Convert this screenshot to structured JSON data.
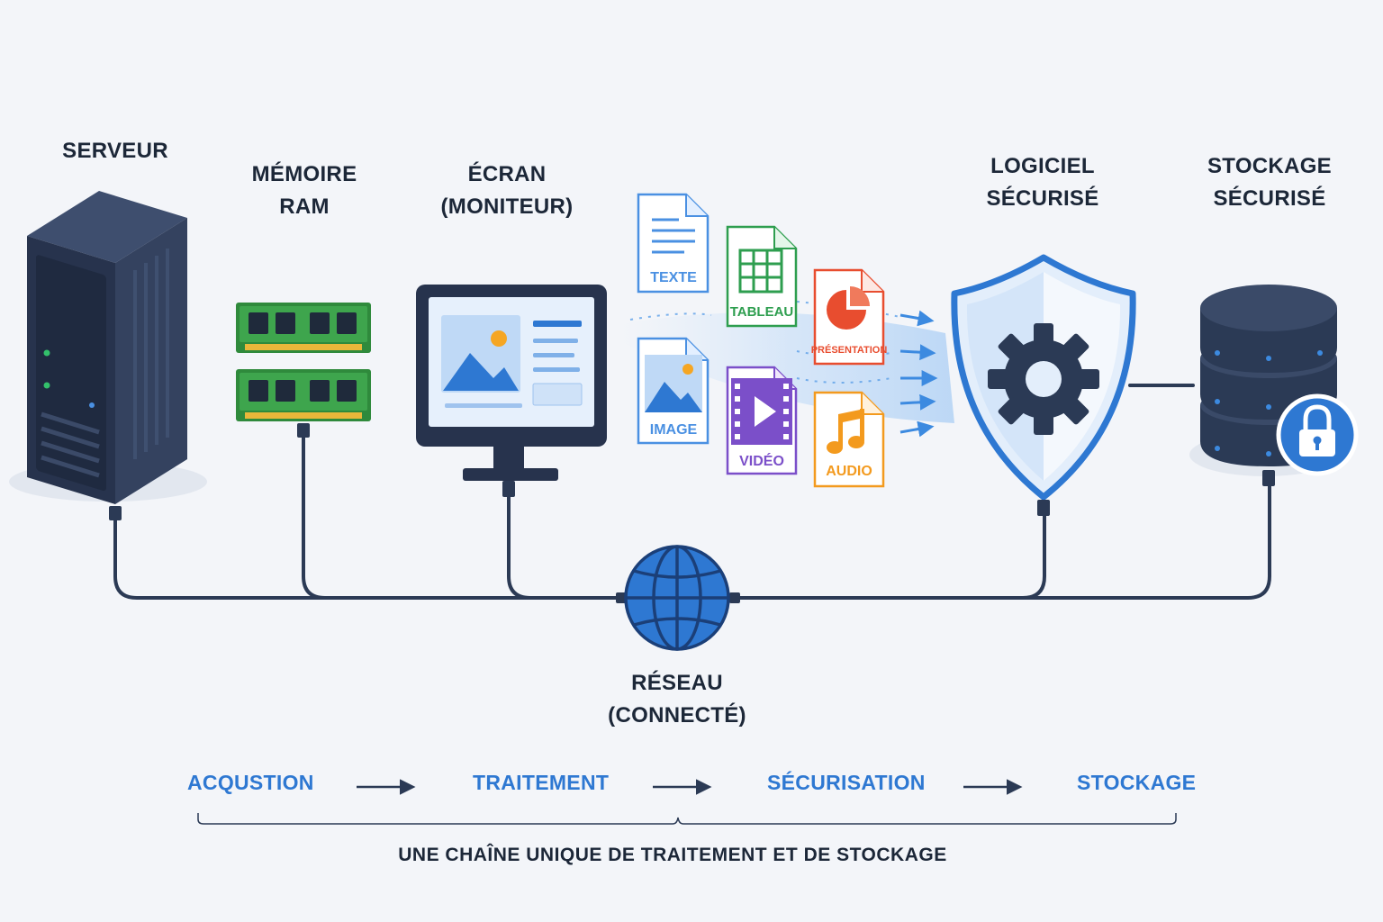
{
  "components": {
    "server": {
      "line1": "SERVEUR",
      "line2": ""
    },
    "ram": {
      "line1": "MÉMOIRE",
      "line2": "RAM"
    },
    "screen": {
      "line1": "ÉCRAN",
      "line2": "(MONITEUR)"
    },
    "software": {
      "line1": "LOGICIEL",
      "line2": "SÉCURISÉ"
    },
    "storage": {
      "line1": "STOCKAGE",
      "line2": "SÉCURISÉ"
    },
    "network": {
      "line1": "RÉSEAU",
      "line2": "(CONNECTÉ)"
    }
  },
  "files": {
    "texte": "TEXTE",
    "tableau": "TABLEAU",
    "presentation": "PRÉSENTATION",
    "image": "IMAGE",
    "video": "VIDÉO",
    "audio": "AUDIO"
  },
  "pipeline": {
    "steps": [
      "ACQUSTION",
      "TRAITEMENT",
      "SÉCURISATION",
      "STOCKAGE"
    ],
    "caption": "UNE CHAÎNE UNIQUE DE TRAITEMENT ET DE STOCKAGE"
  },
  "colors": {
    "dark": "#2b3a55",
    "accent_blue": "#2e78d2",
    "ram_green": "#2f8a3c",
    "texte": "#4a90e2",
    "tableau": "#2e9e4f",
    "presentation": "#e84d2f",
    "video": "#7b4fc9",
    "audio": "#f39a1e"
  }
}
